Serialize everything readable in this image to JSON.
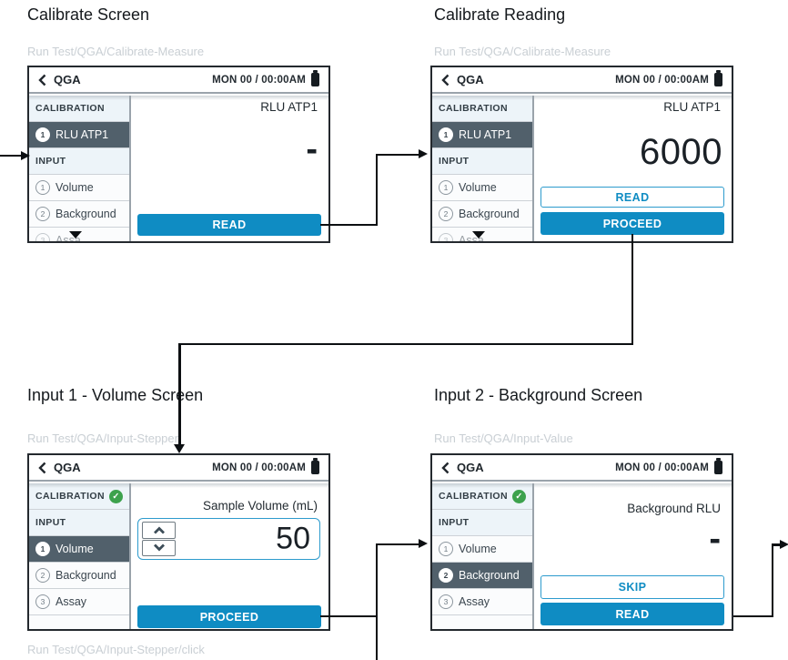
{
  "footnote": "Run Test/QGA/Input-Stepper/click",
  "icons": {
    "check": "✓",
    "back": "chevron-left",
    "battery": "battery-full",
    "scroll_caret": "caret-down",
    "stepper_up": "chevron-up",
    "stepper_down": "chevron-down"
  },
  "colors": {
    "accent_blue": "#0f8cc3",
    "selected_row": "#51606b",
    "success_green": "#3da24d",
    "arrow_black": "#0c0f12",
    "muted_path_gray": "#c9cfd4"
  },
  "panels": [
    {
      "title": "Calibrate Screen",
      "path": "Run Test/QGA/Calibrate-Measure",
      "device": {
        "back_label": "QGA",
        "datetime": "MON 00 / 00:00AM",
        "sidebar": [
          {
            "label": "CALIBRATION"
          },
          {
            "num": "1",
            "label": "RLU ATP1"
          },
          {
            "label": "INPUT"
          },
          {
            "num": "1",
            "label": "Volume"
          },
          {
            "num": "2",
            "label": "Background"
          },
          {
            "num": "3",
            "label": "Assa"
          }
        ],
        "main": {
          "label": "RLU ATP1",
          "value": "-",
          "buttons": [
            {
              "label": "READ",
              "variant": "filled"
            }
          ]
        }
      }
    },
    {
      "title": "Calibrate Reading",
      "path": "Run Test/QGA/Calibrate-Measure",
      "device": {
        "back_label": "QGA",
        "datetime": "MON 00 / 00:00AM",
        "sidebar": [
          {
            "label": "CALIBRATION"
          },
          {
            "num": "1",
            "label": "RLU ATP1"
          },
          {
            "label": "INPUT"
          },
          {
            "num": "1",
            "label": "Volume"
          },
          {
            "num": "2",
            "label": "Background"
          },
          {
            "num": "3",
            "label": "Assa"
          }
        ],
        "main": {
          "label": "RLU ATP1",
          "value": "6000",
          "buttons": [
            {
              "label": "READ",
              "variant": "outline"
            },
            {
              "label": "PROCEED",
              "variant": "filled"
            }
          ]
        }
      }
    },
    {
      "title": "Input 1 - Volume Screen",
      "path": "Run Test/QGA/Input-Stepper",
      "device": {
        "back_label": "QGA",
        "datetime": "MON 00 / 00:00AM",
        "sidebar": [
          {
            "label": "CALIBRATION",
            "done": true
          },
          {
            "label": "INPUT"
          },
          {
            "num": "1",
            "label": "Volume"
          },
          {
            "num": "2",
            "label": "Background"
          },
          {
            "num": "3",
            "label": "Assay"
          }
        ],
        "main": {
          "label": "Sample Volume (mL)",
          "value": "50",
          "buttons": [
            {
              "label": "PROCEED",
              "variant": "filled"
            }
          ]
        }
      }
    },
    {
      "title": "Input 2 - Background Screen",
      "path": "Run Test/QGA/Input-Value",
      "device": {
        "back_label": "QGA",
        "datetime": "MON 00 / 00:00AM",
        "sidebar": [
          {
            "label": "CALIBRATION",
            "done": true
          },
          {
            "label": "INPUT"
          },
          {
            "num": "1",
            "label": "Volume"
          },
          {
            "num": "2",
            "label": "Background"
          },
          {
            "num": "3",
            "label": "Assay"
          }
        ],
        "main": {
          "label": "Background RLU",
          "value": "-",
          "buttons": [
            {
              "label": "SKIP",
              "variant": "outline"
            },
            {
              "label": "READ",
              "variant": "filled"
            }
          ]
        }
      }
    }
  ]
}
